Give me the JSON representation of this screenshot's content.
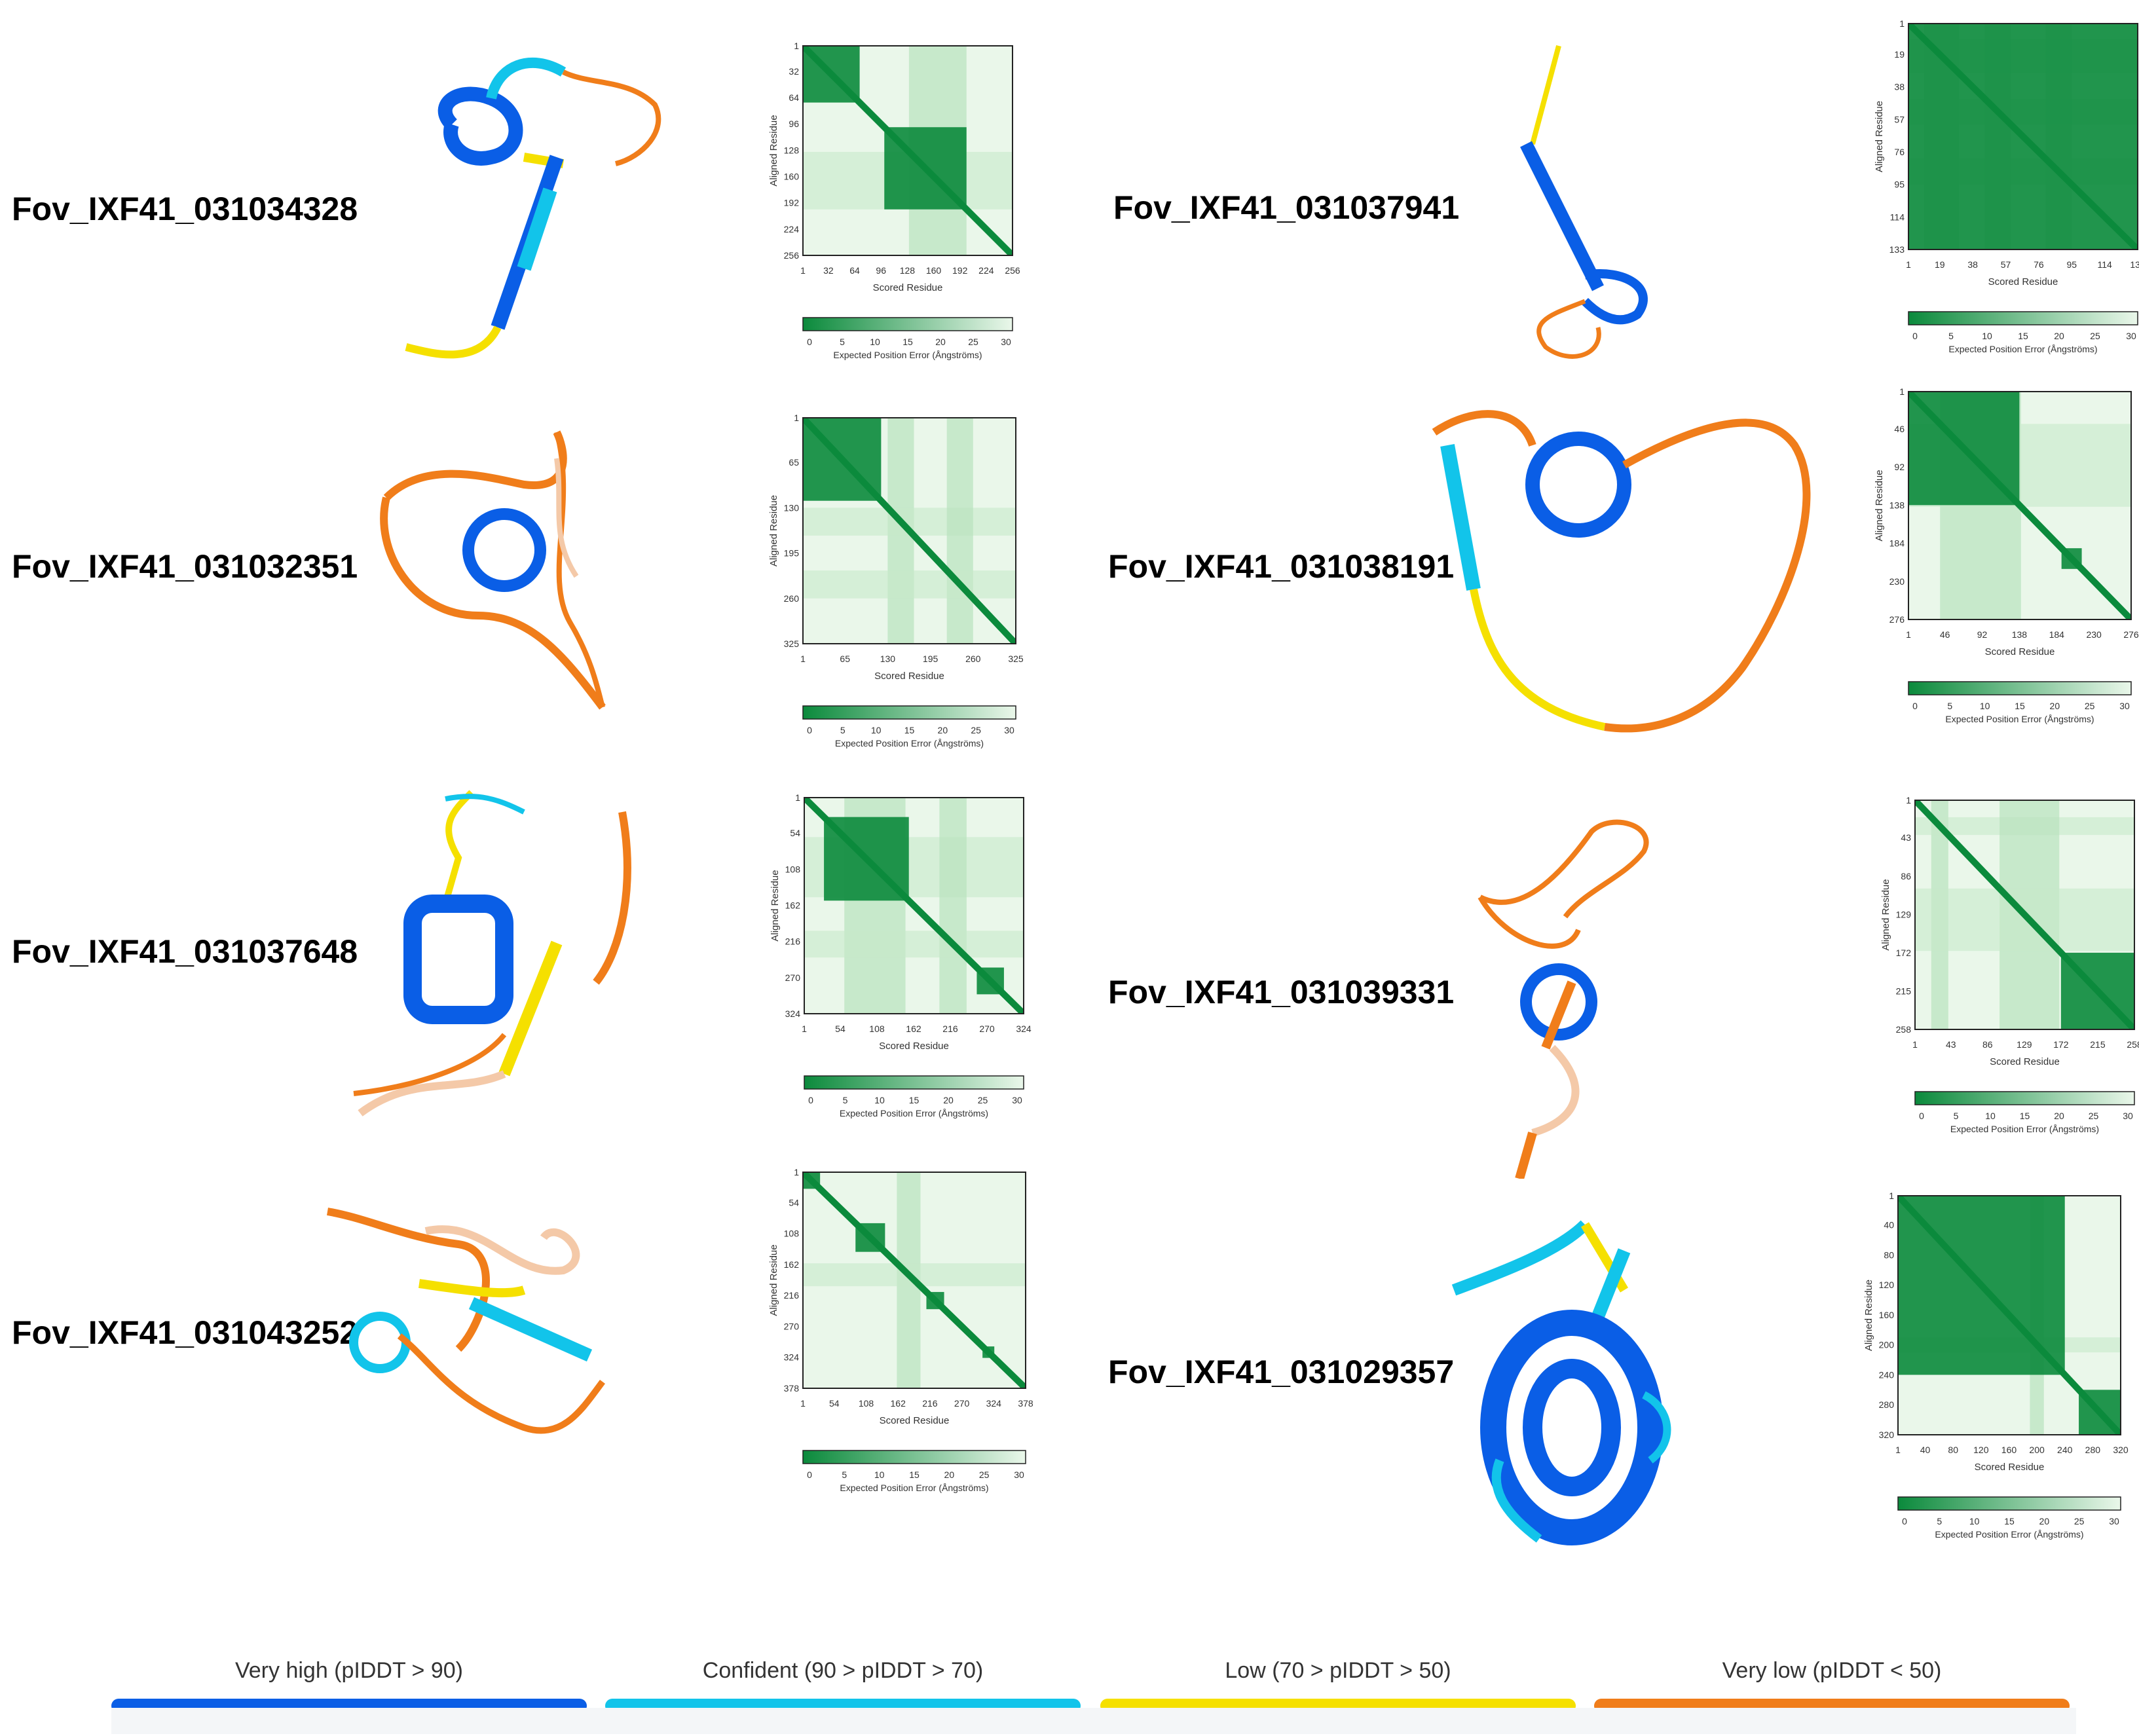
{
  "colors": {
    "very_high": "#0a5ee6",
    "confident": "#12c4ea",
    "low": "#f5e000",
    "very_low": "#f07d1a",
    "pae_dark": "#0b8a3c",
    "pae_light": "#eaf7ea"
  },
  "pae_common": {
    "x_title": "Scored Residue",
    "y_title": "Aligned Residue",
    "colorbar_title": "Expected Position Error (Ångströms)",
    "colorbar_ticks": [
      "0",
      "5",
      "10",
      "15",
      "20",
      "25",
      "30"
    ]
  },
  "entries": [
    {
      "id": "Fov_IXF41_031034328",
      "structure_icon": "protein-structure-icon",
      "pae": {
        "residues": 256,
        "ticks": [
          "1",
          "32",
          "64",
          "96",
          "128",
          "160",
          "192",
          "224",
          "256"
        ],
        "blocks": [
          [
            1,
            70
          ],
          [
            100,
            200
          ]
        ],
        "stripes": [
          [
            130,
            200
          ]
        ]
      }
    },
    {
      "id": "Fov_IXF41_031037941",
      "structure_icon": "protein-structure-icon",
      "pae": {
        "residues": 133,
        "ticks": [
          "1",
          "19",
          "38",
          "57",
          "76",
          "95",
          "114",
          "133"
        ],
        "blocks": [
          [
            1,
            133
          ]
        ],
        "stripes": [
          [
            10,
            30
          ],
          [
            45,
            60
          ],
          [
            80,
            95
          ]
        ]
      }
    },
    {
      "id": "Fov_IXF41_031032351",
      "structure_icon": "protein-structure-icon",
      "pae": {
        "residues": 325,
        "ticks": [
          "1",
          "65",
          "130",
          "195",
          "260",
          "325"
        ],
        "blocks": [
          [
            1,
            120
          ]
        ],
        "stripes": [
          [
            130,
            170
          ],
          [
            220,
            260
          ]
        ]
      }
    },
    {
      "id": "Fov_IXF41_031038191",
      "structure_icon": "protein-structure-icon",
      "pae": {
        "residues": 276,
        "ticks": [
          "1",
          "46",
          "92",
          "138",
          "184",
          "230",
          "276"
        ],
        "blocks": [
          [
            1,
            138
          ],
          [
            190,
            215
          ]
        ],
        "stripes": [
          [
            40,
            140
          ]
        ]
      }
    },
    {
      "id": "Fov_IXF41_031037648",
      "structure_icon": "protein-structure-icon",
      "pae": {
        "residues": 324,
        "ticks": [
          "1",
          "54",
          "108",
          "162",
          "216",
          "270",
          "324"
        ],
        "blocks": [
          [
            30,
            155
          ],
          [
            255,
            295
          ]
        ],
        "stripes": [
          [
            60,
            150
          ],
          [
            200,
            240
          ]
        ]
      }
    },
    {
      "id": "Fov_IXF41_031039331",
      "structure_icon": "protein-structure-icon",
      "pae": {
        "residues": 258,
        "ticks": [
          "1",
          "43",
          "86",
          "129",
          "172",
          "215",
          "258"
        ],
        "blocks": [
          [
            172,
            258
          ]
        ],
        "stripes": [
          [
            20,
            40
          ],
          [
            100,
            170
          ]
        ]
      }
    },
    {
      "id": "Fov_IXF41_031043252",
      "structure_icon": "protein-structure-icon",
      "pae": {
        "residues": 378,
        "ticks": [
          "1",
          "54",
          "108",
          "162",
          "216",
          "270",
          "324",
          "378"
        ],
        "blocks": [
          [
            1,
            30
          ],
          [
            90,
            140
          ],
          [
            210,
            240
          ],
          [
            305,
            325
          ]
        ],
        "stripes": [
          [
            160,
            200
          ]
        ]
      }
    },
    {
      "id": "Fov_IXF41_031029357",
      "structure_icon": "protein-structure-icon",
      "pae": {
        "residues": 320,
        "ticks": [
          "1",
          "40",
          "80",
          "120",
          "160",
          "200",
          "240",
          "280",
          "320"
        ],
        "blocks": [
          [
            1,
            240
          ],
          [
            260,
            320
          ]
        ],
        "stripes": [
          [
            190,
            210
          ]
        ]
      }
    }
  ],
  "legend": [
    {
      "label": "Very high (pIDDT > 90)",
      "color": "#0a5ee6"
    },
    {
      "label": "Confident (90 > pIDDT > 70)",
      "color": "#12c4ea"
    },
    {
      "label": "Low (70 > pIDDT > 50)",
      "color": "#f5e000"
    },
    {
      "label": "Very low (pIDDT < 50)",
      "color": "#f07d1a"
    }
  ]
}
